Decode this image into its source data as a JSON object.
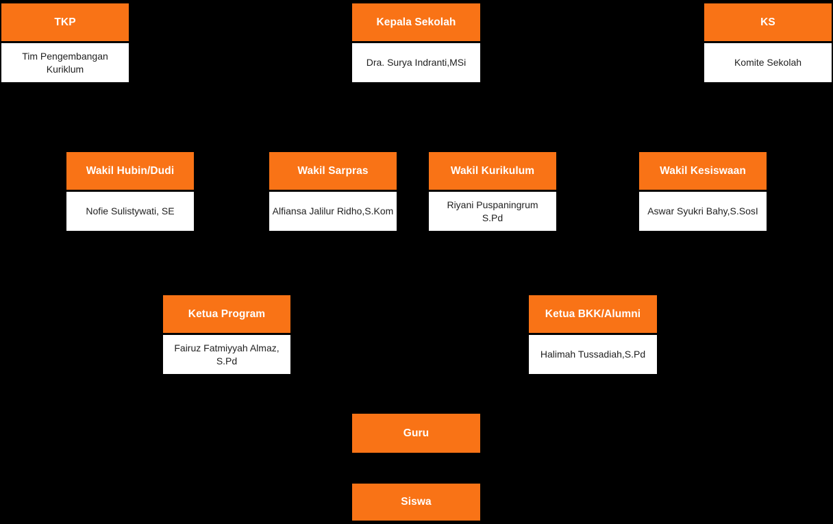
{
  "colors": {
    "background": "#000000",
    "accent": "#F97316",
    "header_text": "#FFFFFF",
    "body_bg": "#FFFFFF",
    "body_text": "#1E1E1E"
  },
  "diagram": {
    "type": "org-chart",
    "description": "School organizational structure chart"
  },
  "nodes": [
    {
      "id": "tkp",
      "title": "TKP",
      "subtitle": "Tim Pengembangan\nKuriklum"
    },
    {
      "id": "kepala-sekolah",
      "title": "Kepala Sekolah",
      "subtitle": "Dra. Surya Indranti,MSi"
    },
    {
      "id": "ks",
      "title": "KS",
      "subtitle": "Komite Sekolah"
    },
    {
      "id": "wakil-hubin-dudi",
      "title": "Wakil Hubin/Dudi",
      "subtitle": "Nofie Sulistywati, SE"
    },
    {
      "id": "wakil-sarpras",
      "title": "Wakil Sarpras",
      "subtitle": "Alfiansa Jalilur Ridho,S.Kom"
    },
    {
      "id": "wakil-kurikulum",
      "title": "Wakil Kurikulum",
      "subtitle": "Riyani Puspaningrum\nS.Pd"
    },
    {
      "id": "wakil-kesiswaan",
      "title": "Wakil Kesiswaan",
      "subtitle": "Aswar Syukri Bahy,S.SosI"
    },
    {
      "id": "ketua-program",
      "title": "Ketua Program",
      "subtitle": "Fairuz Fatmiyyah Almaz,\nS.Pd"
    },
    {
      "id": "ketua-bkk-alumni",
      "title": "Ketua BKK/Alumni",
      "subtitle": "Halimah Tussadiah,S.Pd"
    },
    {
      "id": "guru",
      "title": "Guru"
    },
    {
      "id": "siswa",
      "title": "Siswa"
    }
  ]
}
